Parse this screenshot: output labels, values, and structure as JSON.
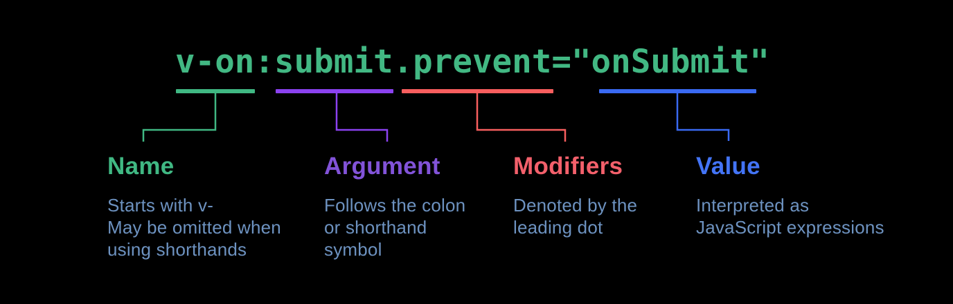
{
  "code": {
    "text": "v-on:submit.prevent=\"onSubmit\"",
    "color": "#42b883"
  },
  "colors": {
    "background": "#000000",
    "description_text": "#6d92c0"
  },
  "sections": [
    {
      "key": "name",
      "label": "Name",
      "label_color": "#40b883",
      "underline_color": "#40b883",
      "description_lines": [
        "Starts with v-",
        "May be omitted when",
        "using shorthands"
      ]
    },
    {
      "key": "argument",
      "label": "Argument",
      "label_color": "#8253d9",
      "underline_color": "#8b42f0",
      "description_lines": [
        "Follows the colon",
        "or shorthand",
        "symbol"
      ]
    },
    {
      "key": "modifiers",
      "label": "Modifiers",
      "label_color": "#f3606b",
      "underline_color": "#f85e5e",
      "description_lines": [
        "Denoted by the",
        "leading dot"
      ]
    },
    {
      "key": "value",
      "label": "Value",
      "label_color": "#4374f6",
      "underline_color": "#3a6af2",
      "description_lines": [
        "Interpreted as",
        "JavaScript expressions"
      ]
    }
  ]
}
